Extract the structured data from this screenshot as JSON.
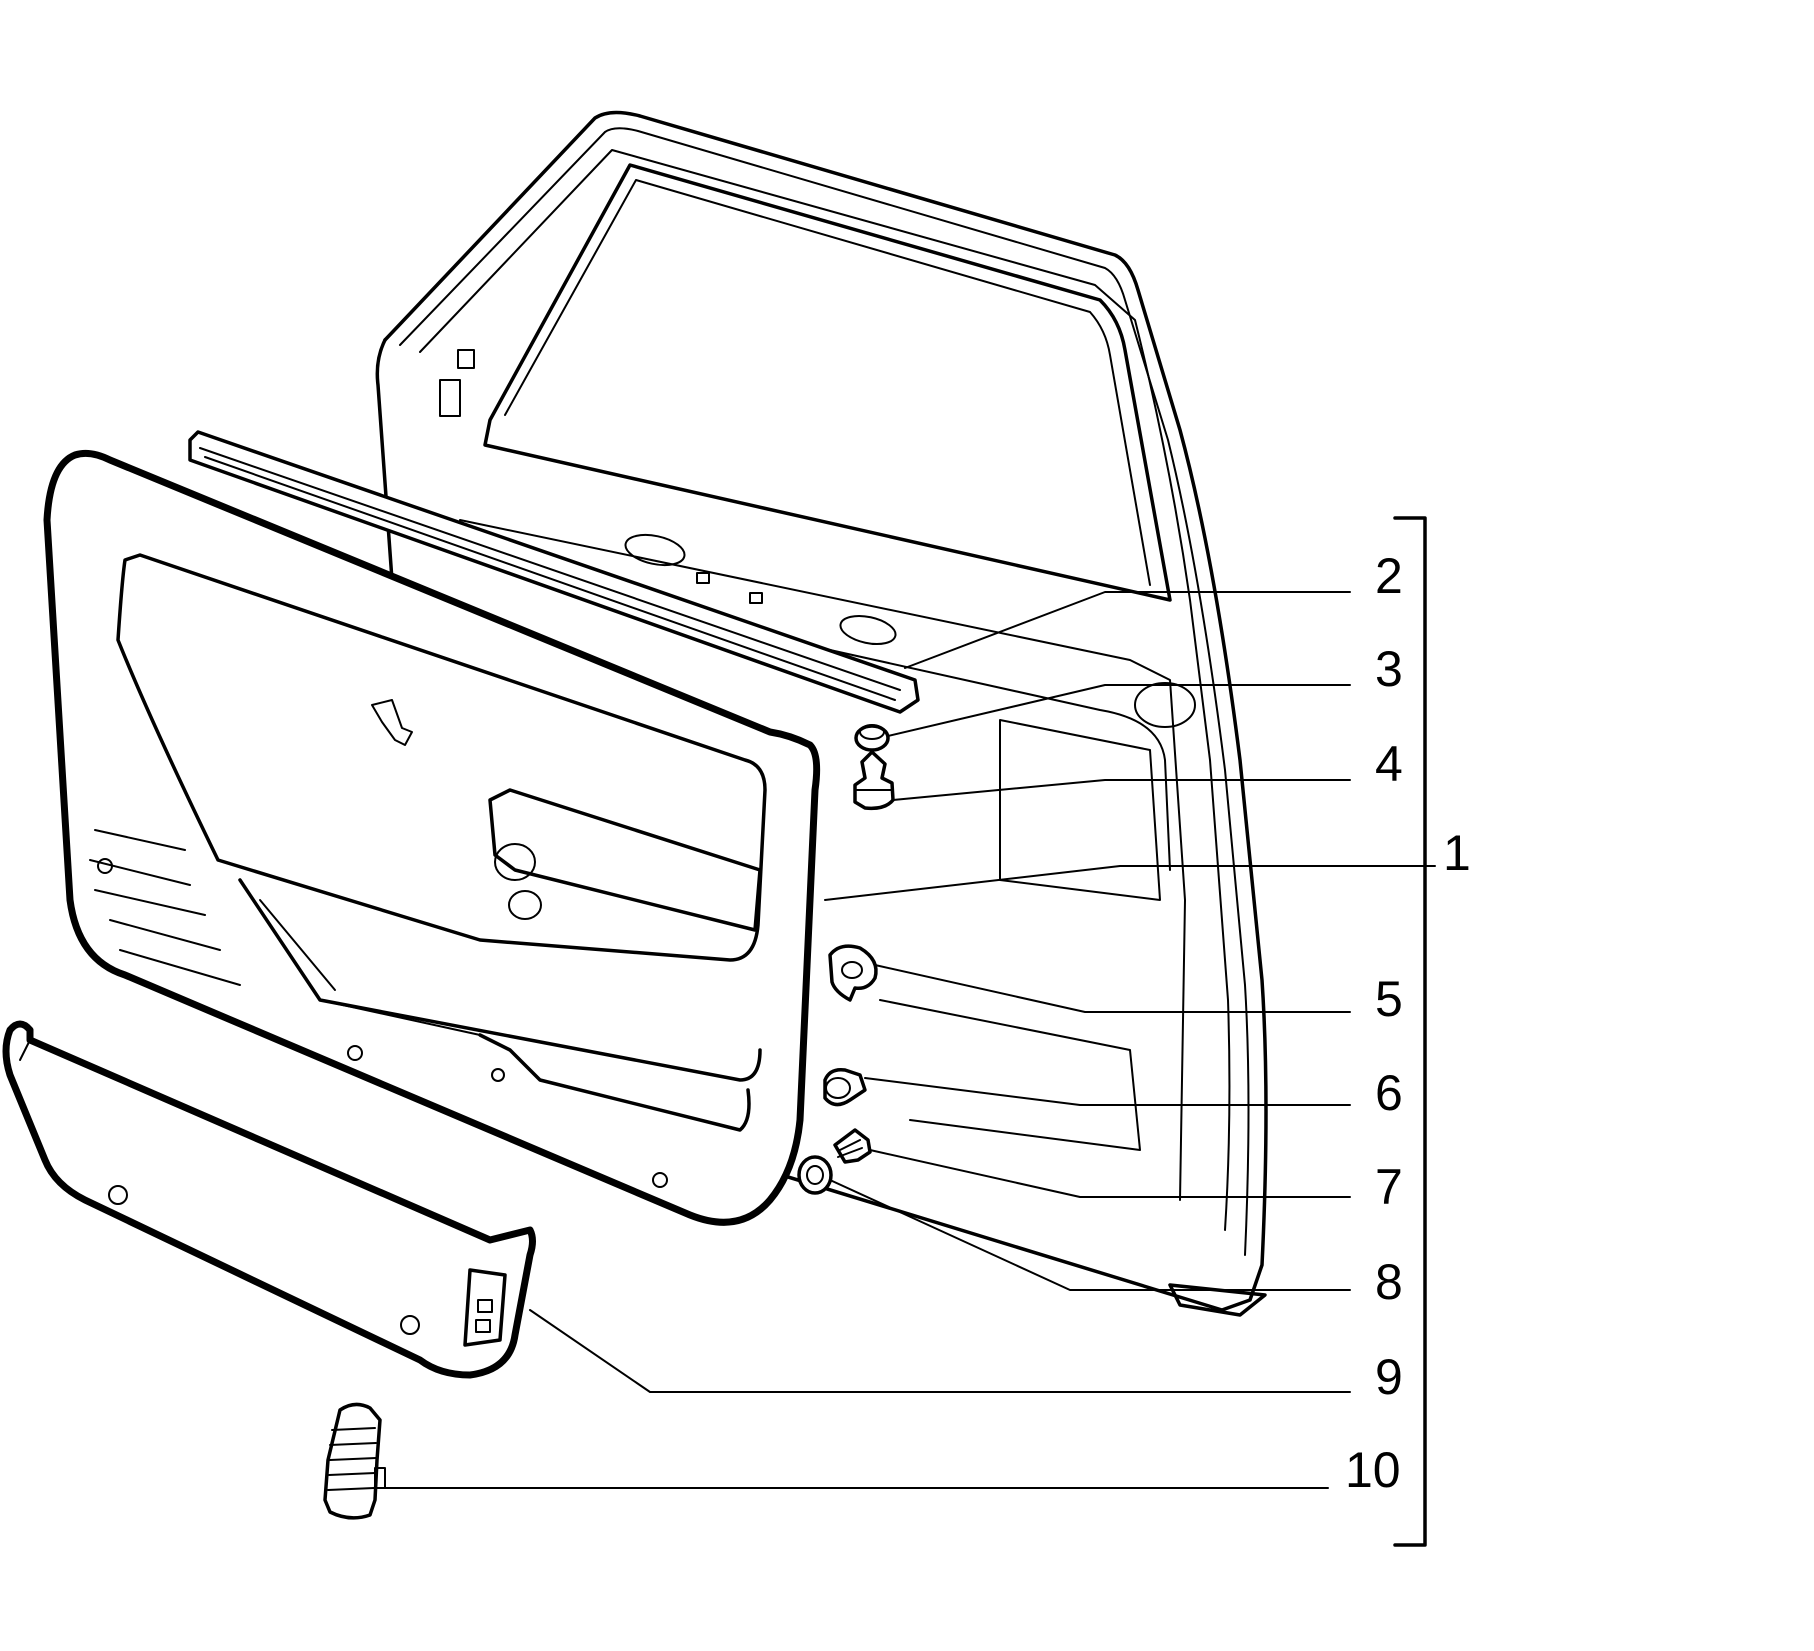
{
  "diagram": {
    "callouts": [
      {
        "id": "1",
        "label": "1"
      },
      {
        "id": "2",
        "label": "2"
      },
      {
        "id": "3",
        "label": "3"
      },
      {
        "id": "4",
        "label": "4"
      },
      {
        "id": "5",
        "label": "5"
      },
      {
        "id": "6",
        "label": "6"
      },
      {
        "id": "7",
        "label": "7"
      },
      {
        "id": "8",
        "label": "8"
      },
      {
        "id": "9",
        "label": "9"
      },
      {
        "id": "10",
        "label": "10"
      }
    ]
  },
  "colors": {
    "ink": "#000000",
    "paper": "#ffffff"
  }
}
